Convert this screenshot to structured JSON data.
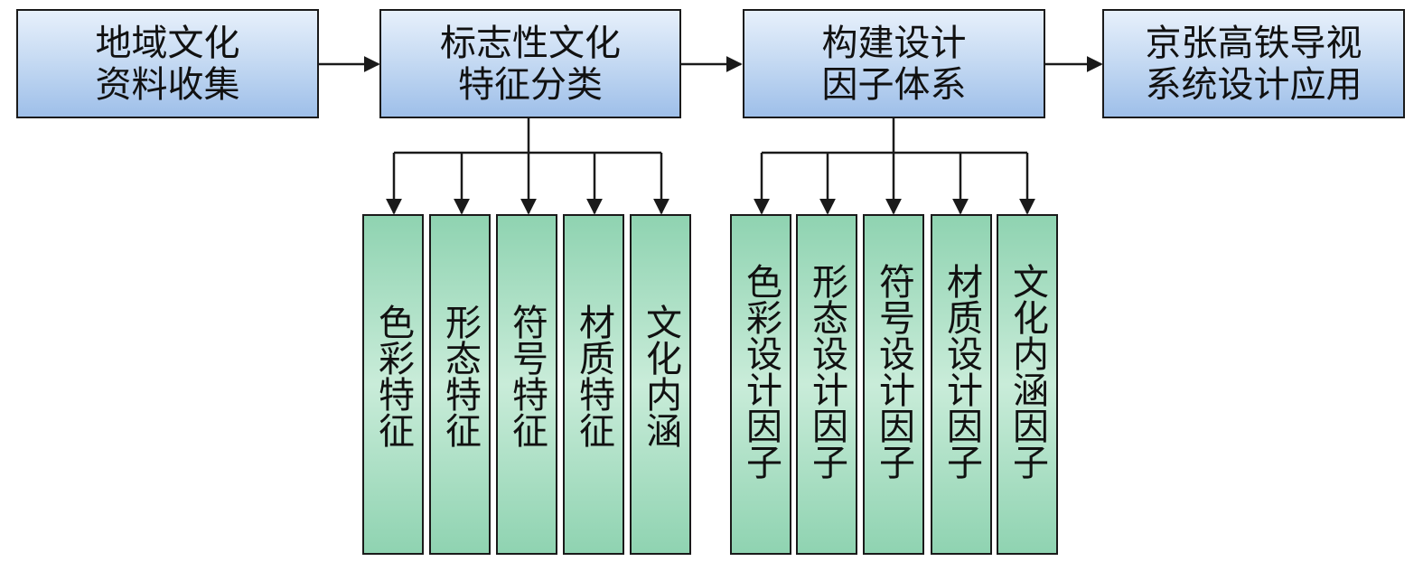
{
  "top_row": [
    {
      "line1": "地域文化",
      "line2": "资料收集"
    },
    {
      "line1": "标志性文化",
      "line2": "特征分类"
    },
    {
      "line1": "构建设计",
      "line2": "因子体系"
    },
    {
      "line1": "京张高铁导视",
      "line2": "系统设计应用"
    }
  ],
  "features": [
    "色彩特征",
    "形态特征",
    "符号特征",
    "材质特征",
    "文化内涵"
  ],
  "factors": [
    "色彩设计因子",
    "形态设计因子",
    "符号设计因子",
    "材质设计因子",
    "文化内涵因子"
  ]
}
